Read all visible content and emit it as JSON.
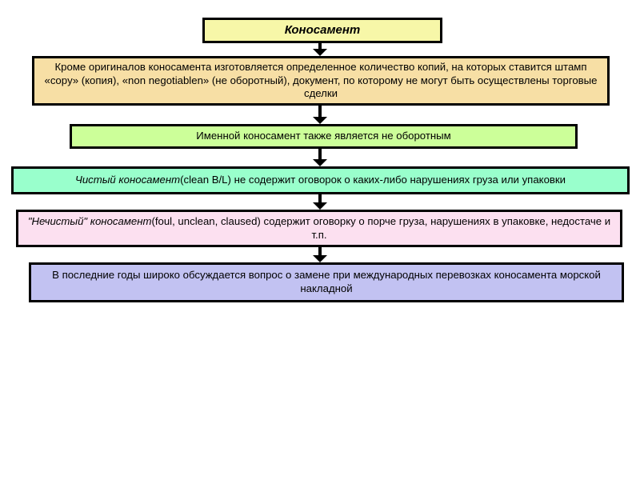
{
  "diagram": {
    "title": "Коносамент",
    "background_color": "#FFFFFF",
    "border_color": "#000000",
    "nodes": [
      {
        "id": "title",
        "label": "Коносамент",
        "fill": "#F7F7A8",
        "style": "bold-italic"
      },
      {
        "id": "copies",
        "line1": "Кроме оригиналов коносамента изготовляется  определенное  количество копий, на которых",
        "line2": "ставится штамп «copy» (копия), «non negotiablen» (не оборотный), документ, по которому не",
        "line3": "могут  быть  осуществлены  торговые  сделки",
        "fill": "#F7DFA5"
      },
      {
        "id": "named",
        "label": "Именной коносамент также является не оборотным",
        "fill": "#CCFF99"
      },
      {
        "id": "clean",
        "emphasis": "Чистый  коносамент",
        "rest": "(clean B/L) не содержит оговорок  о  каких-либо   нарушениях  груза или упаковки",
        "fill": "#99FFCC"
      },
      {
        "id": "foul",
        "emphasis": "\"Нечистый\"  коносамент",
        "rest": "(foul,  unclean,   claused) содержит оговорку о порче груза, нарушениях",
        "line2": "в упаковке, недостаче и т.п.",
        "fill": "#FCE0F0"
      },
      {
        "id": "last",
        "line1": "В   последние   годы  широко обсуждается вопрос о  замене  при  международных  перевозках",
        "line2": "коносамента морской  накладной",
        "fill": "#C2C2F2"
      }
    ],
    "connectors": [
      {
        "id": "a1",
        "from": "title",
        "to": "copies",
        "type": "arrow-down"
      },
      {
        "id": "a2",
        "from": "copies",
        "to": "named",
        "type": "arrow-down"
      },
      {
        "id": "a3",
        "from": "named",
        "to": "clean",
        "type": "arrow-down"
      },
      {
        "id": "a4",
        "from": "clean",
        "to": "foul",
        "type": "arrow-down"
      },
      {
        "id": "a5",
        "from": "foul",
        "to": "last",
        "type": "arrow-down"
      }
    ]
  }
}
